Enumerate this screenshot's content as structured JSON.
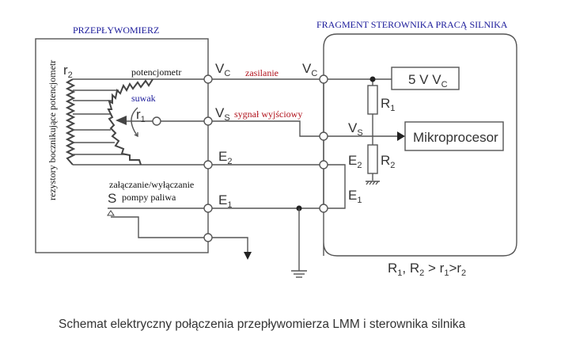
{
  "titles": {
    "flowmeter": "PRZEPŁYWOMIERZ",
    "controller": "FRAGMENT STEROWNIKA PRACĄ SILNIKA"
  },
  "labels": {
    "shunt_resistors": "rezystory bocznikujące potencjometr",
    "r2": "r",
    "r2_sub": "2",
    "r1": "r",
    "r1_sub": "1",
    "potentiometer": "potencjometr",
    "wiper": "suwak",
    "supply": "zasilanie",
    "output_signal": "sygnał wyjściowy",
    "pump_switch_line1": "załączanie/wyłączanie",
    "pump_switch_line2": "pompy paliwa",
    "S": "S",
    "V": "V",
    "C": "C",
    "S_sub": "S",
    "E": "E",
    "one": "1",
    "two": "2",
    "R": "R",
    "supply_box": "5 V V",
    "supply_box_sub": "C",
    "microprocessor": "Mikroprocesor",
    "condition": "R",
    "condition_parts": [
      "1",
      ", R",
      "2",
      " > r",
      "1",
      ">r",
      "2"
    ]
  },
  "caption": "Schemat elektryczny połączenia przepływomierza LMM i sterownika silnika"
}
